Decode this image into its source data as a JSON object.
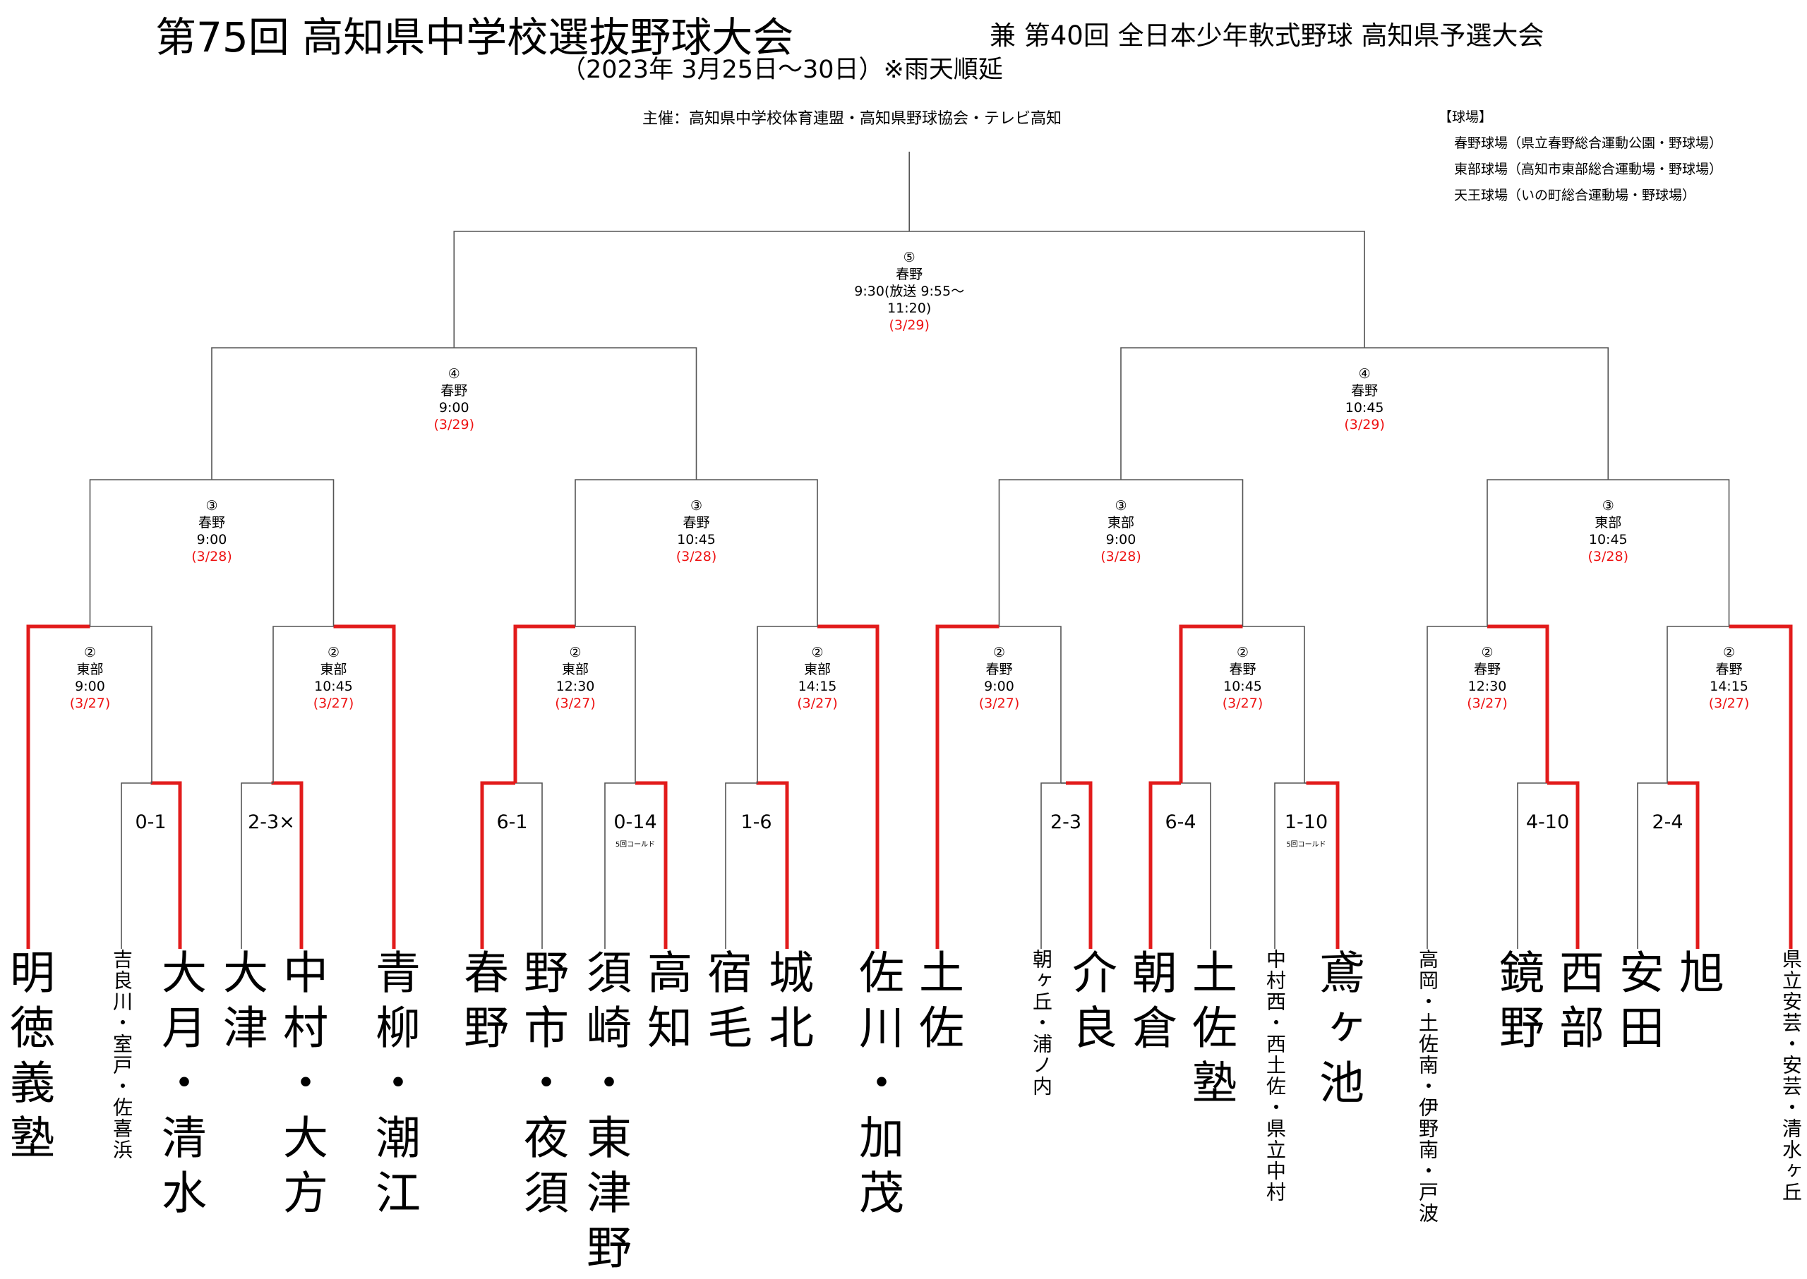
{
  "header": {
    "title": "第75回 高知県中学校選抜野球大会",
    "subtitle": "兼 第40回 全日本少年軟式野球 高知県予選大会",
    "dates": "（2023年 3月25日〜30日）※雨天順延",
    "organizer": "主催：高知県中学校体育連盟・高知県野球協会・テレビ高知"
  },
  "venues": {
    "heading": "【球場】",
    "items": [
      "春野球場（県立春野総合運動公園・野球場）",
      "東部球場（高知市東部総合運動場・野球場）",
      "天王球場（いの町総合運動場・野球場）"
    ]
  },
  "colors": {
    "winner_line": "#e21b1b",
    "plain_line": "#555555",
    "date_text": "#e21b1b"
  },
  "teams": [
    "明徳義塾",
    "吉良川・室戸・佐喜浜",
    "大月・清水",
    "大津",
    "中村・大方",
    "青柳・潮江",
    "春野",
    "野市・夜須",
    "須崎・東津野",
    "高知",
    "宿毛",
    "城北",
    "佐川・加茂",
    "土佐",
    "朝ヶ丘・浦ノ内",
    "介良",
    "朝倉",
    "土佐塾",
    "中村西・西土佐・県立中村",
    "鳶ヶ池",
    "高岡・土佐南・伊野南・戸波",
    "鏡野",
    "西部",
    "安田",
    "旭",
    "県立安芸・安芸・清水ヶ丘"
  ],
  "round1": [
    {
      "score": "0-1",
      "note": ""
    },
    {
      "score": "2-3×",
      "note": ""
    },
    {
      "score": "6-1",
      "note": ""
    },
    {
      "score": "0-14",
      "note": "5回コールド"
    },
    {
      "score": "1-6",
      "note": ""
    },
    {
      "score": "2-3",
      "note": ""
    },
    {
      "score": "6-4",
      "note": ""
    },
    {
      "score": "1-10",
      "note": "5回コールド"
    },
    {
      "score": "4-10",
      "note": ""
    },
    {
      "score": "2-4",
      "note": ""
    }
  ],
  "round2": [
    {
      "round": "②",
      "venue": "東部",
      "time": "9:00",
      "date": "(3/27)"
    },
    {
      "round": "②",
      "venue": "東部",
      "time": "10:45",
      "date": "(3/27)"
    },
    {
      "round": "②",
      "venue": "東部",
      "time": "12:30",
      "date": "(3/27)"
    },
    {
      "round": "②",
      "venue": "東部",
      "time": "14:15",
      "date": "(3/27)"
    },
    {
      "round": "②",
      "venue": "春野",
      "time": "9:00",
      "date": "(3/27)"
    },
    {
      "round": "②",
      "venue": "春野",
      "time": "10:45",
      "date": "(3/27)"
    },
    {
      "round": "②",
      "venue": "春野",
      "time": "12:30",
      "date": "(3/27)"
    },
    {
      "round": "②",
      "venue": "春野",
      "time": "14:15",
      "date": "(3/27)"
    }
  ],
  "round3": [
    {
      "round": "③",
      "venue": "春野",
      "time": "9:00",
      "date": "(3/28)"
    },
    {
      "round": "③",
      "venue": "春野",
      "time": "10:45",
      "date": "(3/28)"
    },
    {
      "round": "③",
      "venue": "東部",
      "time": "9:00",
      "date": "(3/28)"
    },
    {
      "round": "③",
      "venue": "東部",
      "time": "10:45",
      "date": "(3/28)"
    }
  ],
  "round4": [
    {
      "round": "④",
      "venue": "春野",
      "time": "9:00",
      "date": "(3/29)"
    },
    {
      "round": "④",
      "venue": "春野",
      "time": "10:45",
      "date": "(3/29)"
    }
  ],
  "final": {
    "round": "⑤",
    "venue": "春野",
    "time": "9:30(放送 9:55〜11:20)",
    "date": "(3/29)"
  }
}
